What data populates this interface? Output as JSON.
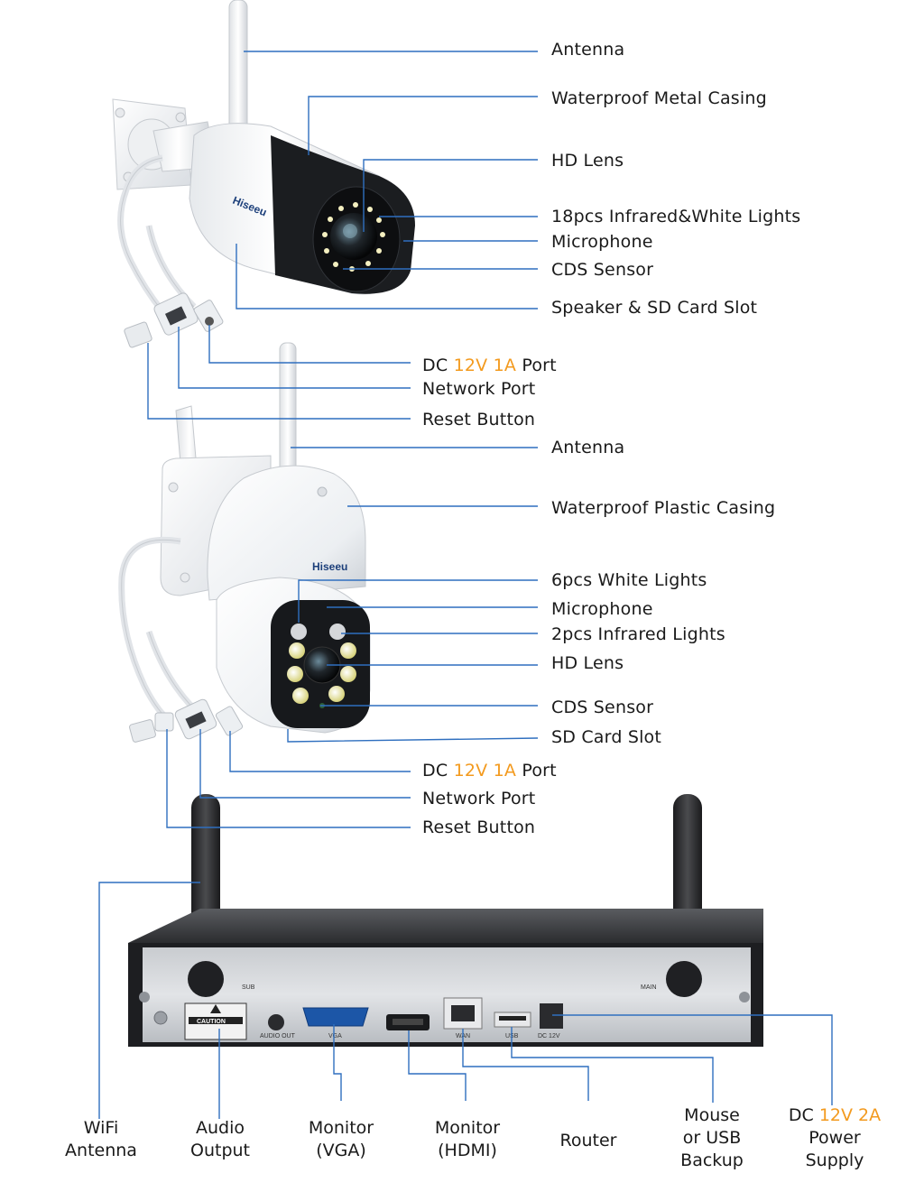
{
  "brand": "Hiseeu",
  "bullet_camera": {
    "callouts": [
      {
        "id": "antenna",
        "text": "Antenna"
      },
      {
        "id": "casing",
        "text": "Waterproof Metal Casing"
      },
      {
        "id": "lens",
        "text": "HD Lens"
      },
      {
        "id": "lights",
        "text": "18pcs Infrared&White Lights"
      },
      {
        "id": "mic",
        "text": "Microphone"
      },
      {
        "id": "cds",
        "text": "CDS Sensor"
      },
      {
        "id": "speaker",
        "text": "Speaker & SD Card Slot"
      }
    ],
    "dc": {
      "prefix": "DC",
      "voltage": "12V",
      "current": "1A",
      "suffix": "Port"
    },
    "network": "Network Port",
    "reset": "Reset Button"
  },
  "dome_camera": {
    "callouts": [
      {
        "id": "antenna",
        "text": "Antenna"
      },
      {
        "id": "casing",
        "text": "Waterproof Plastic Casing"
      },
      {
        "id": "white",
        "text": "6pcs White Lights"
      },
      {
        "id": "mic",
        "text": "Microphone"
      },
      {
        "id": "ir",
        "text": "2pcs Infrared Lights"
      },
      {
        "id": "lens",
        "text": "HD Lens"
      },
      {
        "id": "cds",
        "text": "CDS Sensor"
      },
      {
        "id": "sd",
        "text": "SD Card Slot"
      }
    ],
    "dc": {
      "prefix": "DC",
      "voltage": "12V",
      "current": "1A",
      "suffix": "Port"
    },
    "network": "Network Port",
    "reset": "Reset Button"
  },
  "nvr": {
    "ports": {
      "sub": "SUB",
      "main": "MAIN",
      "caution": "CAUTION",
      "audio": "AUDIO OUT",
      "vga": "VGA",
      "wan": "WAN",
      "usb": "USB",
      "dc": "DC 12V"
    },
    "labels": [
      {
        "id": "wifi",
        "line1": "WiFi",
        "line2": "Antenna"
      },
      {
        "id": "audio",
        "line1": "Audio",
        "line2": "Output"
      },
      {
        "id": "vga",
        "line1": "Monitor",
        "line2": "(VGA)"
      },
      {
        "id": "hdmi",
        "line1": "Monitor",
        "line2": "(HDMI)"
      },
      {
        "id": "router",
        "line1": "Router"
      },
      {
        "id": "usb",
        "line1": "Mouse",
        "line2": "or USB",
        "line3": "Backup"
      }
    ],
    "power": {
      "prefix": "DC",
      "voltage": "12V",
      "current": "2A",
      "line2": "Power",
      "line3": "Supply"
    }
  },
  "colors": {
    "leader": "#2f6fbf",
    "highlight": "#f39a1e",
    "text": "#1a1a1a"
  }
}
